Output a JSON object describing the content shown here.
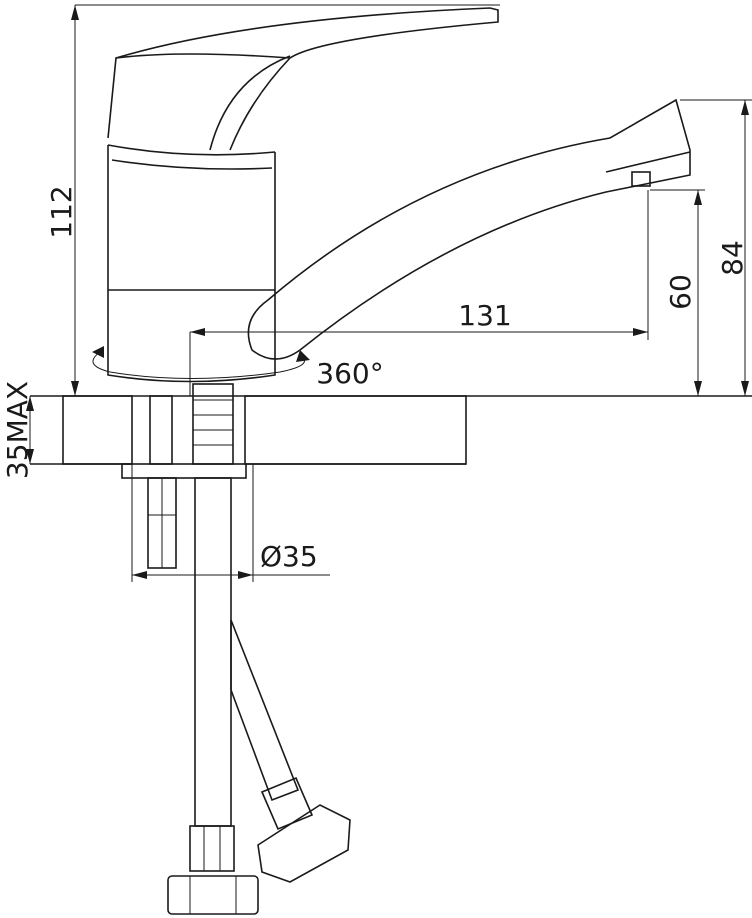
{
  "drawing": {
    "dimensions": {
      "total_height": "112",
      "outlet_height": "84",
      "aerator_height": "60",
      "spout_reach": "131",
      "rotation": "360°",
      "deck_thickness": "35MAX",
      "hole_diameter": "Ø35"
    }
  }
}
